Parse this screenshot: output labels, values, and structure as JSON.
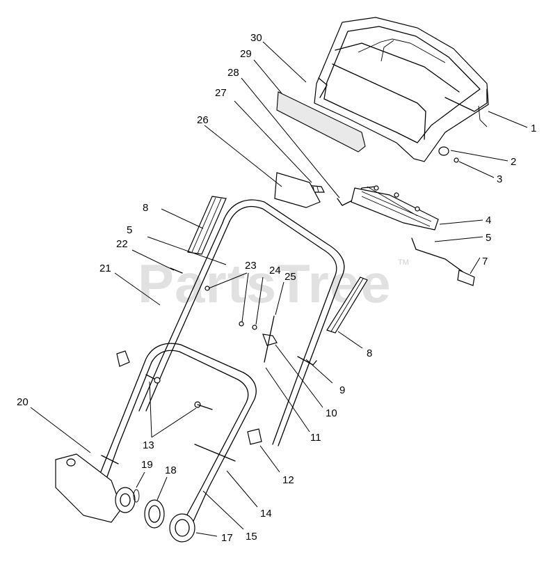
{
  "watermark": {
    "text": "PartsTree",
    "trademark": "TM"
  },
  "callouts": [
    {
      "id": "c1",
      "label": "1"
    },
    {
      "id": "c2",
      "label": "2"
    },
    {
      "id": "c3",
      "label": "3"
    },
    {
      "id": "c4",
      "label": "4"
    },
    {
      "id": "c5a",
      "label": "5"
    },
    {
      "id": "c5b",
      "label": "5"
    },
    {
      "id": "c7",
      "label": "7"
    },
    {
      "id": "c8a",
      "label": "8"
    },
    {
      "id": "c8b",
      "label": "8"
    },
    {
      "id": "c9",
      "label": "9"
    },
    {
      "id": "c10",
      "label": "10"
    },
    {
      "id": "c11",
      "label": "11"
    },
    {
      "id": "c12",
      "label": "12"
    },
    {
      "id": "c13",
      "label": "13"
    },
    {
      "id": "c14",
      "label": "14"
    },
    {
      "id": "c15",
      "label": "15"
    },
    {
      "id": "c17",
      "label": "17"
    },
    {
      "id": "c18",
      "label": "18"
    },
    {
      "id": "c19",
      "label": "19"
    },
    {
      "id": "c20",
      "label": "20"
    },
    {
      "id": "c21",
      "label": "21"
    },
    {
      "id": "c22",
      "label": "22"
    },
    {
      "id": "c23",
      "label": "23"
    },
    {
      "id": "c24",
      "label": "24"
    },
    {
      "id": "c25",
      "label": "25"
    },
    {
      "id": "c26",
      "label": "26"
    },
    {
      "id": "c27",
      "label": "27"
    },
    {
      "id": "c28",
      "label": "28"
    },
    {
      "id": "c29",
      "label": "29"
    },
    {
      "id": "c30",
      "label": "30"
    }
  ]
}
